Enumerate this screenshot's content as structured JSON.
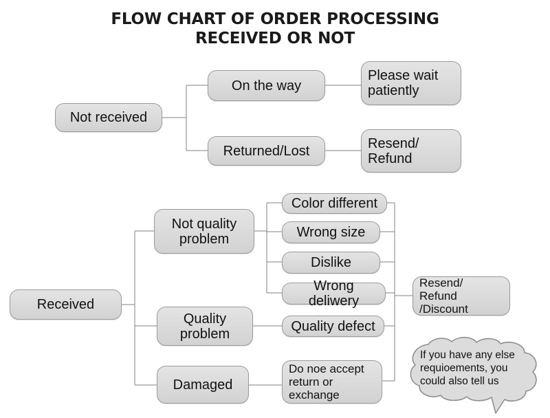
{
  "title": {
    "line1": "FLOW CHART OF ORDER PROCESSING",
    "line2": "RECEIVED OR NOT"
  },
  "colors": {
    "node_fill": "#dcdcdc",
    "node_border": "#9a9a9a",
    "connector": "#808080",
    "text": "#111111",
    "background": "#ffffff"
  },
  "chart_data": {
    "type": "diagram",
    "title": "FLOW CHART OF ORDER PROCESSING RECEIVED OR NOT",
    "nodes": [
      {
        "id": "not_received",
        "label": "Not received"
      },
      {
        "id": "on_the_way",
        "label": "On the way"
      },
      {
        "id": "please_wait",
        "label": "Please wait patiently"
      },
      {
        "id": "returned_lost",
        "label": "Returned/Lost"
      },
      {
        "id": "resend_refund",
        "label": "Resend/ Refund"
      },
      {
        "id": "received",
        "label": "Received"
      },
      {
        "id": "not_quality",
        "label": "Not quality problem"
      },
      {
        "id": "color_diff",
        "label": "Color different"
      },
      {
        "id": "wrong_size",
        "label": "Wrong size"
      },
      {
        "id": "dislike",
        "label": "Dislike"
      },
      {
        "id": "wrong_delivery",
        "label": "Wrong deliwery"
      },
      {
        "id": "quality_problem",
        "label": "Quality problem"
      },
      {
        "id": "quality_defect",
        "label": "Quality defect"
      },
      {
        "id": "damaged",
        "label": "Damaged"
      },
      {
        "id": "no_return",
        "label": "Do noe accept return or exchange"
      },
      {
        "id": "resend_discount",
        "label": "Resend/ Refund /Discount"
      }
    ],
    "edges": [
      {
        "from": "not_received",
        "to": "on_the_way"
      },
      {
        "from": "not_received",
        "to": "returned_lost"
      },
      {
        "from": "on_the_way",
        "to": "please_wait"
      },
      {
        "from": "returned_lost",
        "to": "resend_refund"
      },
      {
        "from": "received",
        "to": "not_quality"
      },
      {
        "from": "received",
        "to": "quality_problem"
      },
      {
        "from": "received",
        "to": "damaged"
      },
      {
        "from": "not_quality",
        "to": "color_diff"
      },
      {
        "from": "not_quality",
        "to": "wrong_size"
      },
      {
        "from": "not_quality",
        "to": "dislike"
      },
      {
        "from": "not_quality",
        "to": "wrong_delivery"
      },
      {
        "from": "quality_problem",
        "to": "quality_defect"
      },
      {
        "from": "damaged",
        "to": "no_return"
      },
      {
        "from": "color_diff",
        "to": "resend_discount"
      },
      {
        "from": "wrong_size",
        "to": "resend_discount"
      },
      {
        "from": "dislike",
        "to": "resend_discount"
      },
      {
        "from": "wrong_delivery",
        "to": "resend_discount"
      },
      {
        "from": "quality_defect",
        "to": "resend_discount"
      },
      {
        "from": "no_return",
        "to": "resend_discount"
      }
    ]
  },
  "nodes": {
    "not_received": {
      "label": "Not received"
    },
    "on_the_way": {
      "label": "On the way"
    },
    "please_wait": {
      "label": "Please wait patiently"
    },
    "returned_lost": {
      "label": "Returned/Lost"
    },
    "resend_refund": {
      "label": "Resend/ Refund"
    },
    "received": {
      "label": "Received"
    },
    "not_quality": {
      "label": "Not quality problem"
    },
    "color_diff": {
      "label": "Color different"
    },
    "wrong_size": {
      "label": "Wrong size"
    },
    "dislike": {
      "label": "Dislike"
    },
    "wrong_delivery": {
      "label": "Wrong deliwery"
    },
    "quality_problem": {
      "label": "Quality problem"
    },
    "quality_defect": {
      "label": "Quality defect"
    },
    "damaged": {
      "label": "Damaged"
    },
    "no_return": {
      "label": "Do noe accept return or exchange"
    },
    "resend_discount": {
      "label": "Resend/ Refund /Discount"
    }
  },
  "callout": {
    "text": "If you have any else requioements, you could also tell us"
  }
}
